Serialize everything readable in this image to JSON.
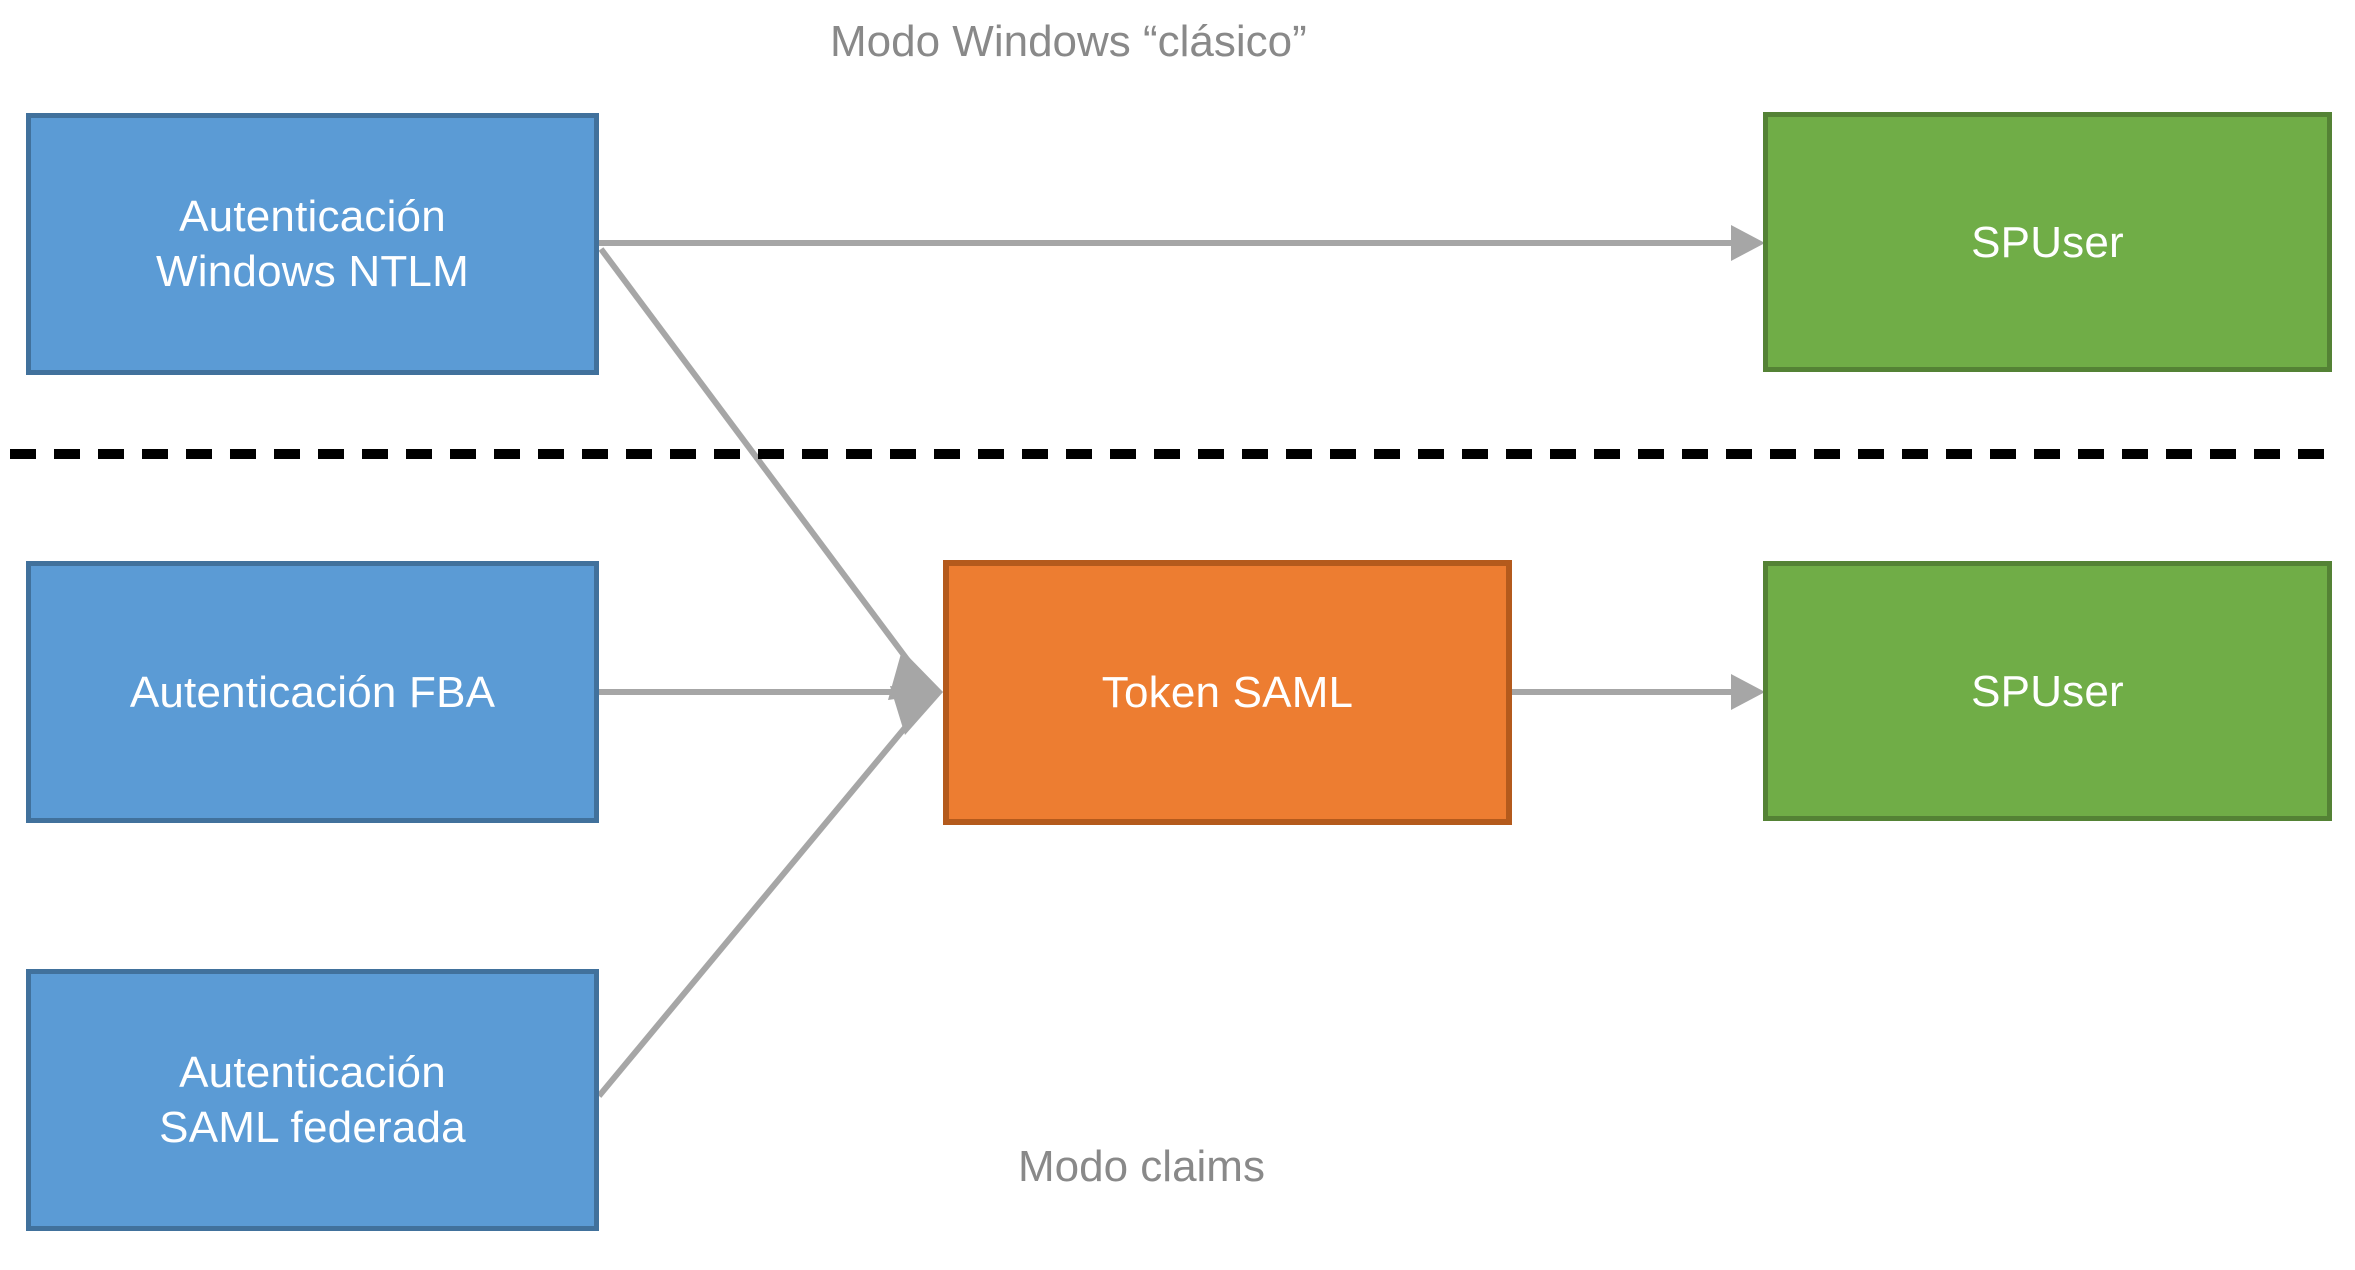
{
  "diagram": {
    "type": "flow",
    "title_top": "Modo Windows “clásico”",
    "title_bottom": "Modo claims",
    "colors": {
      "blue_fill": "#5B9BD5",
      "blue_border": "#41719C",
      "green_fill": "#70AD47",
      "green_border": "#548235",
      "orange_fill": "#ED7D31",
      "orange_border": "#B45A1C",
      "connector": "#A6A6A6",
      "divider": "#000000",
      "caption_text": "#898989",
      "node_text": "#FFFFFF",
      "background": "#FFFFFF"
    },
    "nodes": [
      {
        "id": "ntlm",
        "label": "Autenticación\nWindows NTLM",
        "shape": "rectangle",
        "style": "blue",
        "section": "classic"
      },
      {
        "id": "spuser_top",
        "label": "SPUser",
        "shape": "rectangle",
        "style": "green",
        "section": "classic"
      },
      {
        "id": "fba",
        "label": "Autenticación FBA",
        "shape": "rectangle",
        "style": "blue",
        "section": "claims"
      },
      {
        "id": "saml_fed",
        "label": "Autenticación\nSAML federada",
        "shape": "rectangle",
        "style": "blue",
        "section": "claims"
      },
      {
        "id": "token_saml",
        "label": "Token SAML",
        "shape": "rectangle",
        "style": "orange",
        "section": "claims"
      },
      {
        "id": "spuser_bot",
        "label": "SPUser",
        "shape": "rectangle",
        "style": "green",
        "section": "claims"
      }
    ],
    "edges": [
      {
        "from": "ntlm",
        "to": "spuser_top",
        "arrow": "end",
        "label": ""
      },
      {
        "from": "ntlm",
        "to": "token_saml",
        "arrow": "end",
        "label": ""
      },
      {
        "from": "fba",
        "to": "token_saml",
        "arrow": "end",
        "label": ""
      },
      {
        "from": "saml_fed",
        "to": "token_saml",
        "arrow": "end",
        "label": ""
      },
      {
        "from": "token_saml",
        "to": "spuser_bot",
        "arrow": "end",
        "label": ""
      }
    ],
    "divider": {
      "style": "dashed",
      "orientation": "horizontal",
      "separates": [
        "classic",
        "claims"
      ]
    }
  }
}
